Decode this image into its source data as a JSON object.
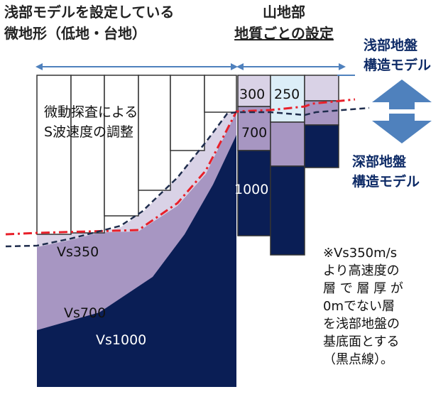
{
  "headers": {
    "left_line1": "浅部モデルを設定している",
    "left_line2": "微地形（低地・台地）",
    "mid_line1": "山地部",
    "mid_line2": "地質ごとの設定"
  },
  "right_labels": {
    "shallow_line1": "浅部地盤",
    "shallow_line2": "構造モデル",
    "deep_line1": "深部地盤",
    "deep_line2": "構造モデル"
  },
  "block_labels": {
    "microtremor_line1": "微動探査による",
    "microtremor_line2": "S波速度の調整",
    "v300": "300",
    "v250": "250",
    "v700": "700",
    "v1000": "1000"
  },
  "layer_labels": {
    "vs350": "Vs350",
    "vs700": "Vs700",
    "vs1000": "Vs1000"
  },
  "note_lines": [
    "※Vs350m/s",
    "より高速度の",
    "層 で 層 厚 が",
    "0mでない層",
    "を浅部地盤の",
    "基底面とする",
    "（黒点線）。"
  ],
  "colors": {
    "arrow_blue": "#4f81bd",
    "dark_navy": "#0a1e55",
    "mid_purple": "#a796c2",
    "light_lavender": "#d9d2e6",
    "pale_blue": "#dceef8",
    "red_dash": "#e8202a",
    "label_blue": "#0d2a66"
  }
}
